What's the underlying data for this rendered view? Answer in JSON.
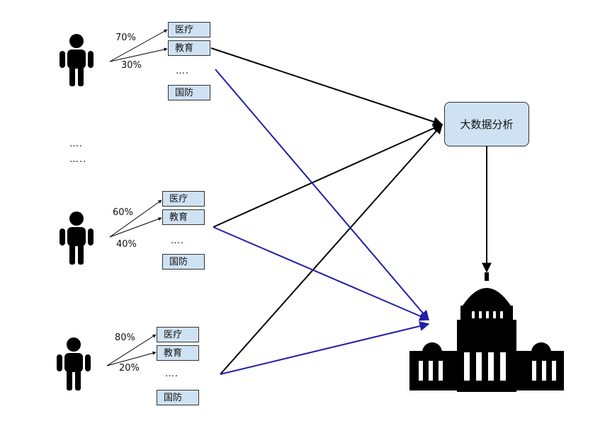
{
  "people": [
    {
      "categories": [
        "医疗",
        "教育"
      ],
      "percents": [
        "70%",
        "30%"
      ],
      "ellipsis": "….",
      "defense": "国防"
    },
    {
      "categories": [
        "医疗",
        "教育"
      ],
      "percents": [
        "60%",
        "40%"
      ],
      "ellipsis": "….",
      "defense": "国防"
    },
    {
      "categories": [
        "医疗",
        "教育"
      ],
      "percents": [
        "80%",
        "20%"
      ],
      "ellipsis": "….",
      "defense": "国防"
    }
  ],
  "side_ellipsis": [
    "….",
    "….."
  ],
  "analysis_label": "大数据分析",
  "icons": {
    "person": "person-icon",
    "government": "government-building-icon"
  },
  "colors": {
    "box_fill": "#cfe2f3",
    "black_arrow": "#000000",
    "blue_arrow": "#1f1fa8"
  }
}
